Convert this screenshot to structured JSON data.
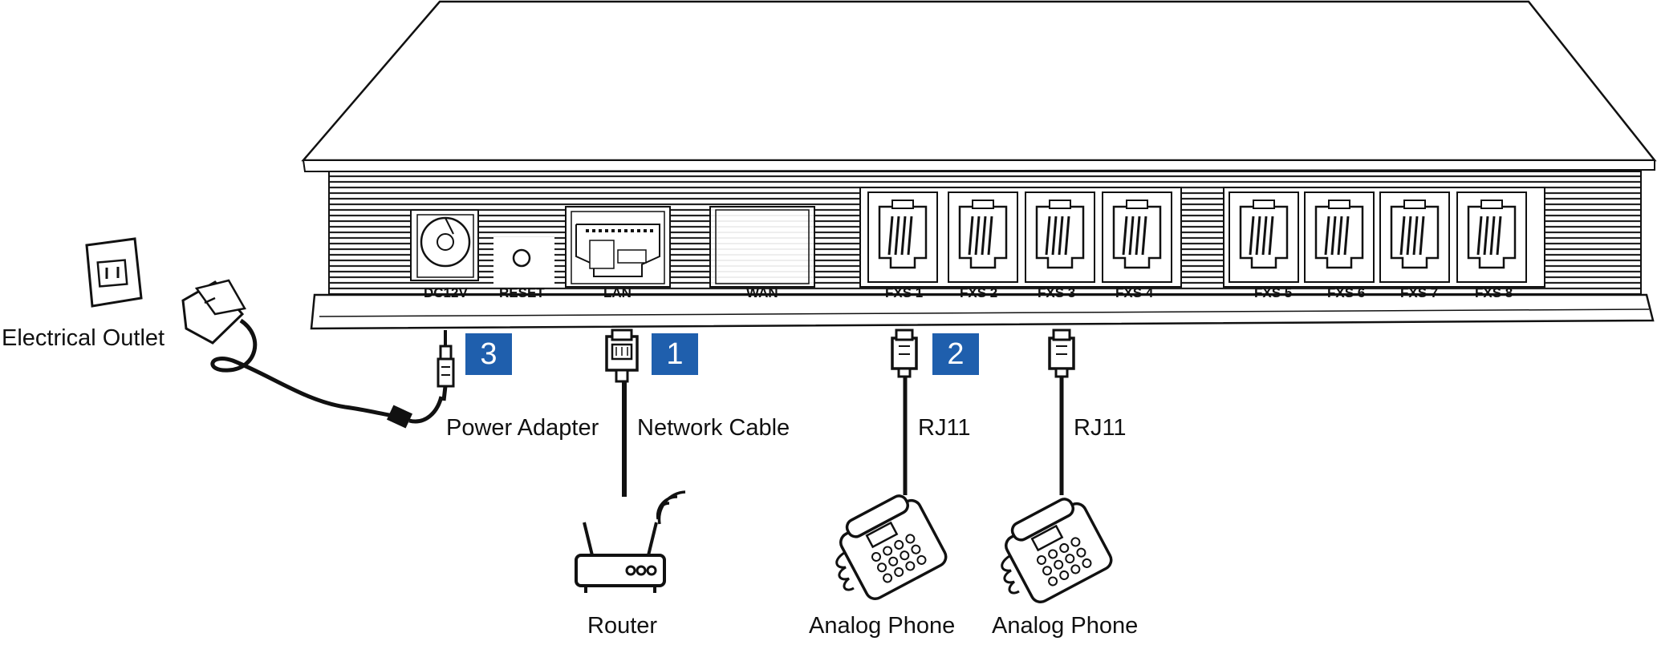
{
  "ports": {
    "dc": "DC12V",
    "reset": "RESET",
    "lan": "LAN",
    "wan": "WAN",
    "fxs": [
      "FXS 1",
      "FXS 2",
      "FXS 3",
      "FXS 4",
      "FXS 5",
      "FXS 6",
      "FXS 7",
      "FXS 8"
    ]
  },
  "steps": [
    "3",
    "1",
    "2"
  ],
  "labels": {
    "electrical_outlet": "Electrical Outlet",
    "power_adapter": "Power Adapter",
    "network_cable": "Network Cable",
    "rj11_a": "RJ11",
    "rj11_b": "RJ11",
    "router": "Router",
    "analog_phone_a": "Analog Phone",
    "analog_phone_b": "Analog Phone"
  },
  "colors": {
    "step_badge": "#1f5fad",
    "line": "#111111"
  }
}
